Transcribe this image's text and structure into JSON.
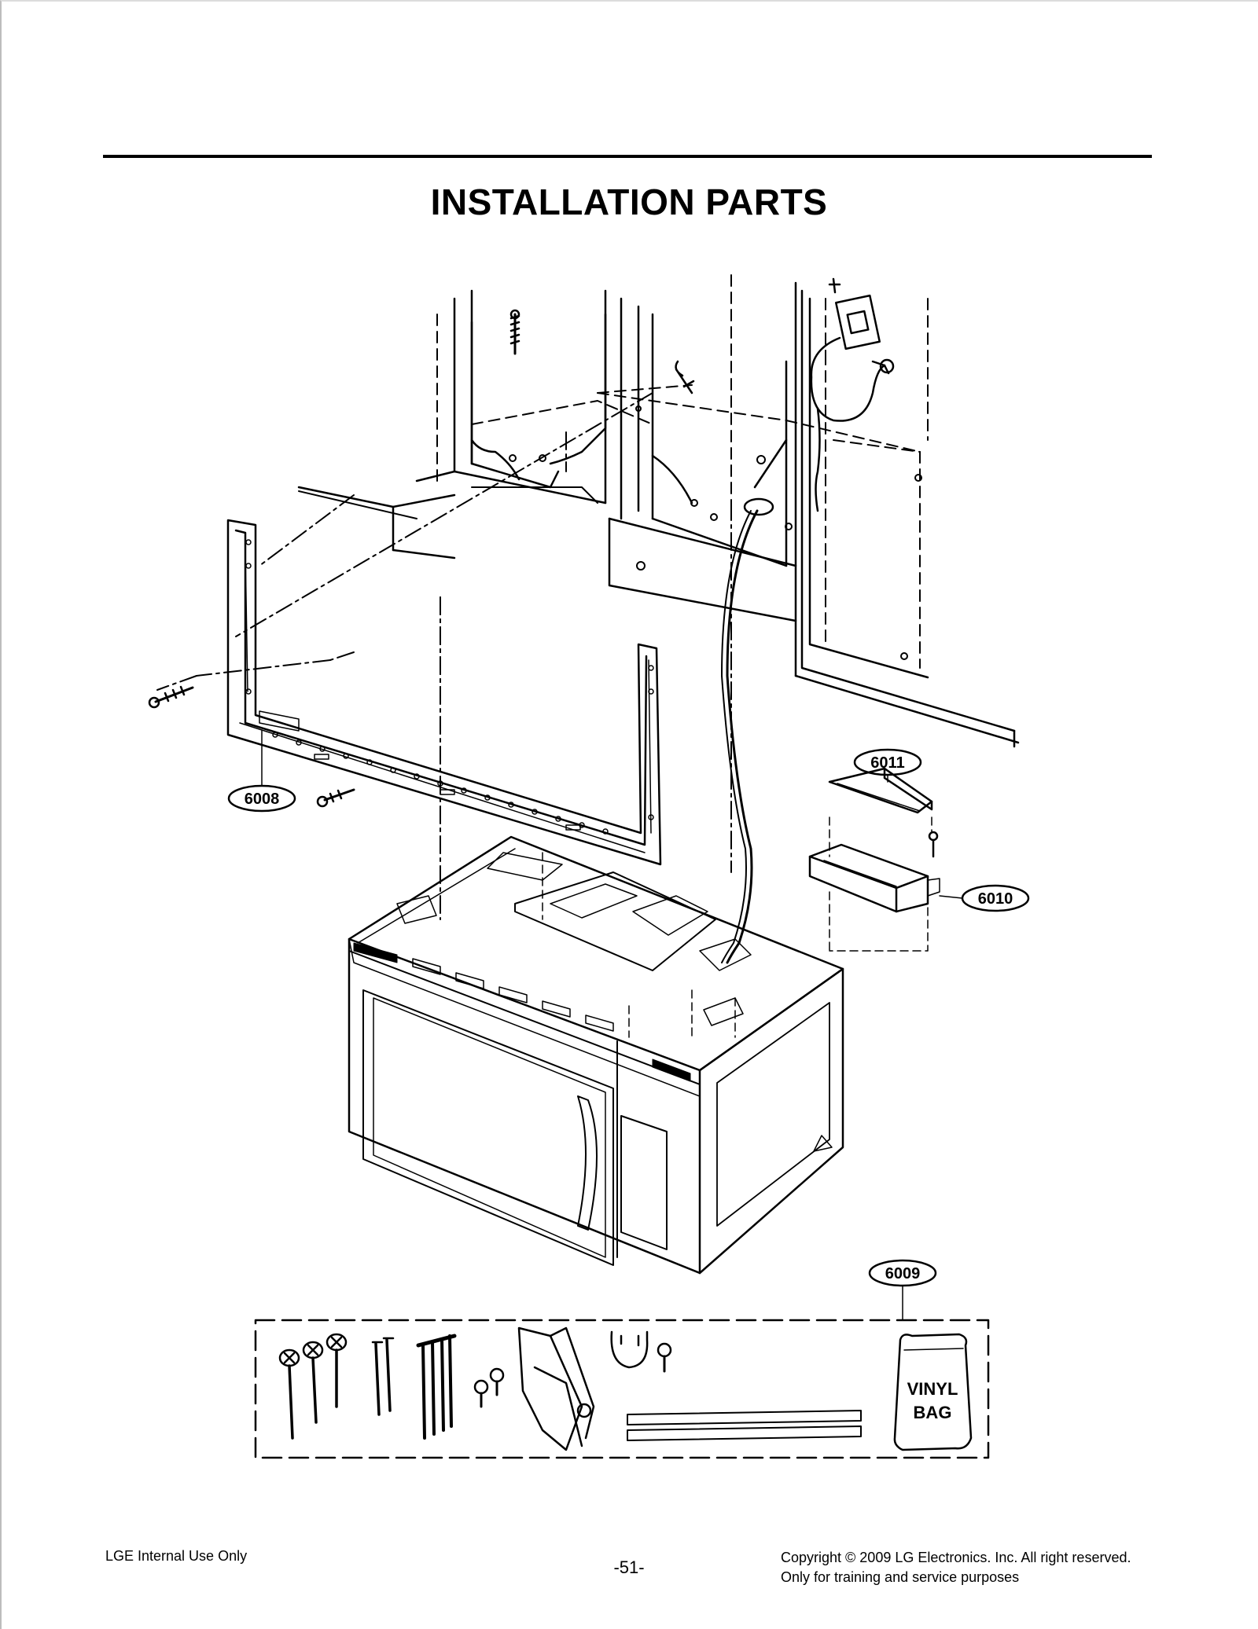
{
  "title": "INSTALLATION PARTS",
  "callouts": {
    "c6008": "6008",
    "c6009": "6009",
    "c6010": "6010",
    "c6011": "6011"
  },
  "vinyl_bag": {
    "line1": "VINYL",
    "line2": "BAG"
  },
  "footer": {
    "left": "LGE Internal Use Only",
    "page_number": "-51-",
    "copyright": "Copyright © 2009 LG Electronics. Inc. All right reserved.",
    "note": "Only for training and service purposes"
  }
}
